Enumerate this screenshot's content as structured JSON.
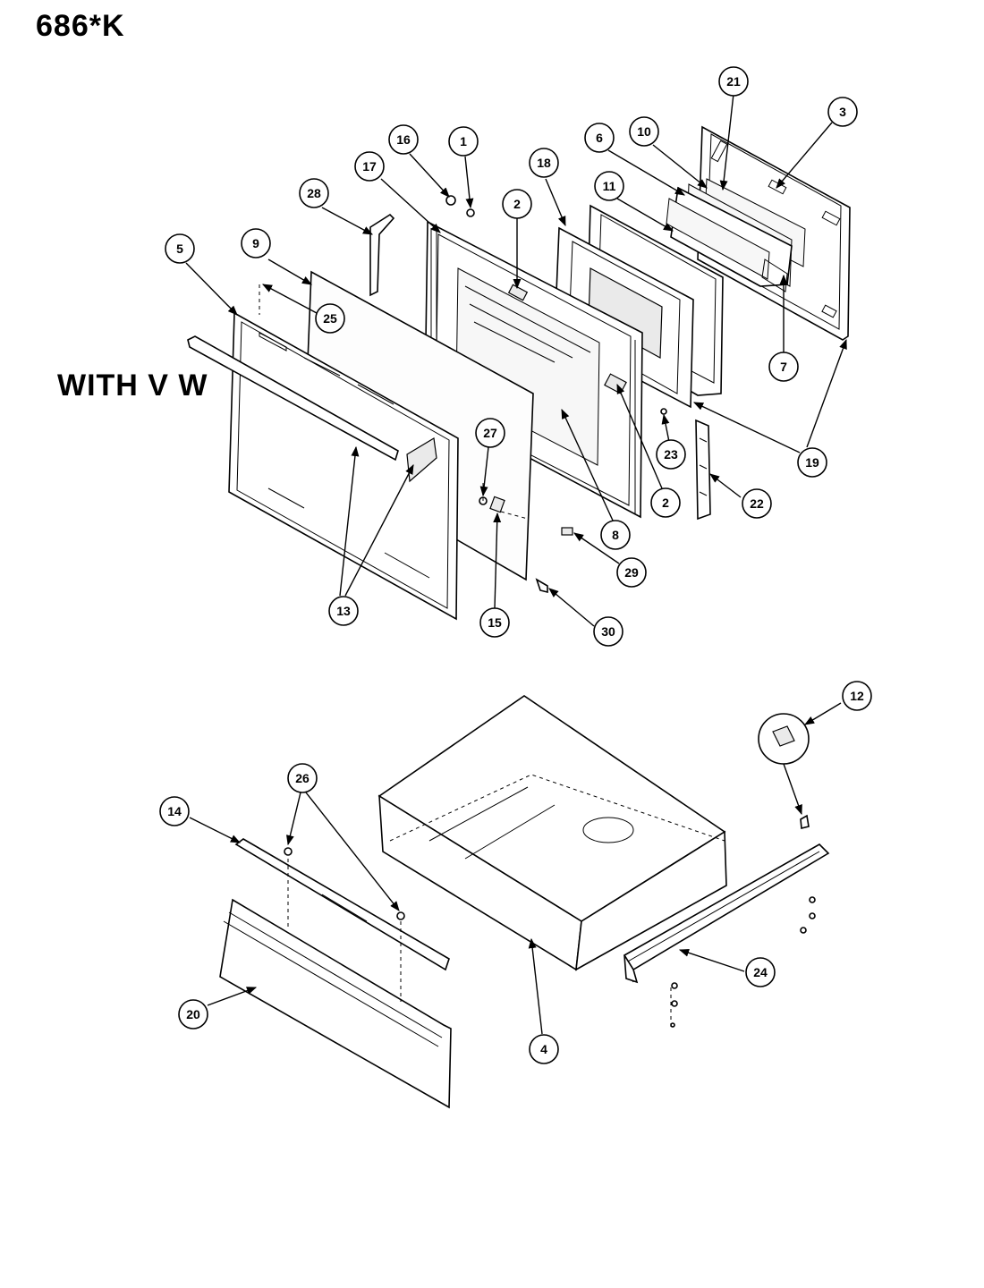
{
  "title": "686*K",
  "variant_label": "WITH V W",
  "callouts": [
    {
      "id": "c21",
      "label": "21"
    },
    {
      "id": "c3",
      "label": "3"
    },
    {
      "id": "c16",
      "label": "16"
    },
    {
      "id": "c1",
      "label": "1"
    },
    {
      "id": "c6",
      "label": "6"
    },
    {
      "id": "c10",
      "label": "10"
    },
    {
      "id": "c17",
      "label": "17"
    },
    {
      "id": "c18",
      "label": "18"
    },
    {
      "id": "c11",
      "label": "11"
    },
    {
      "id": "c28",
      "label": "28"
    },
    {
      "id": "c2a",
      "label": "2"
    },
    {
      "id": "c5",
      "label": "5"
    },
    {
      "id": "c9",
      "label": "9"
    },
    {
      "id": "c25",
      "label": "25"
    },
    {
      "id": "c7",
      "label": "7"
    },
    {
      "id": "c27",
      "label": "27"
    },
    {
      "id": "c23",
      "label": "23"
    },
    {
      "id": "c19",
      "label": "19"
    },
    {
      "id": "c22",
      "label": "22"
    },
    {
      "id": "c2b",
      "label": "2"
    },
    {
      "id": "c8",
      "label": "8"
    },
    {
      "id": "c29",
      "label": "29"
    },
    {
      "id": "c13",
      "label": "13"
    },
    {
      "id": "c15",
      "label": "15"
    },
    {
      "id": "c30",
      "label": "30"
    },
    {
      "id": "c12",
      "label": "12"
    },
    {
      "id": "c26",
      "label": "26"
    },
    {
      "id": "c14",
      "label": "14"
    },
    {
      "id": "c24",
      "label": "24"
    },
    {
      "id": "c20",
      "label": "20"
    },
    {
      "id": "c4",
      "label": "4"
    }
  ]
}
